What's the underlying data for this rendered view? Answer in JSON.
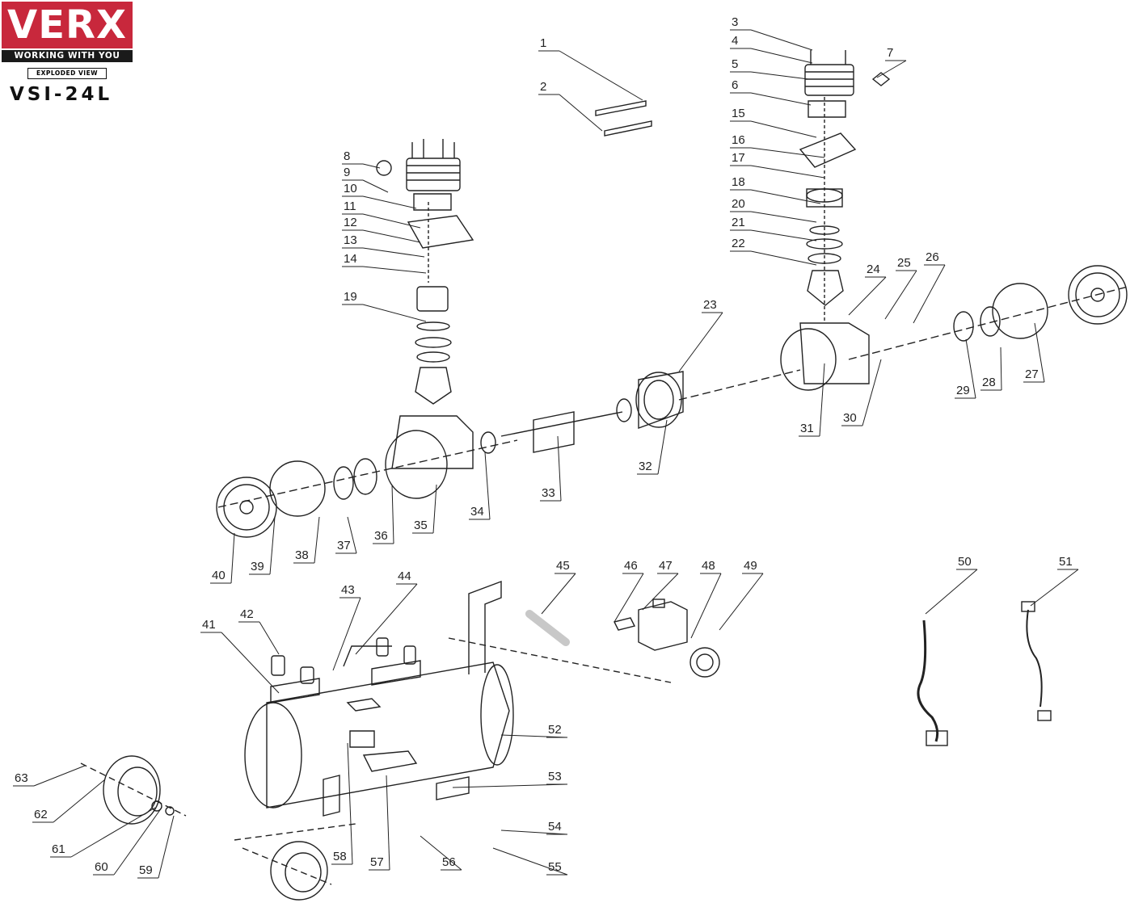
{
  "brand": {
    "logo_text": "VERX",
    "tagline": "WORKING WITH YOU",
    "view_label": "EXPLODED VIEW",
    "model": "VSI-24L",
    "brand_color": "#c8283c"
  },
  "part_numbers": [
    "1",
    "2",
    "3",
    "4",
    "5",
    "6",
    "7",
    "8",
    "9",
    "10",
    "11",
    "12",
    "13",
    "14",
    "15",
    "16",
    "17",
    "18",
    "19",
    "20",
    "21",
    "22",
    "23",
    "24",
    "25",
    "26",
    "27",
    "28",
    "29",
    "30",
    "31",
    "32",
    "33",
    "34",
    "35",
    "36",
    "37",
    "38",
    "39",
    "40",
    "41",
    "42",
    "43",
    "44",
    "45",
    "46",
    "47",
    "48",
    "49",
    "50",
    "51",
    "52",
    "53",
    "54",
    "55",
    "56",
    "57",
    "58",
    "59",
    "60",
    "61",
    "62",
    "63"
  ]
}
